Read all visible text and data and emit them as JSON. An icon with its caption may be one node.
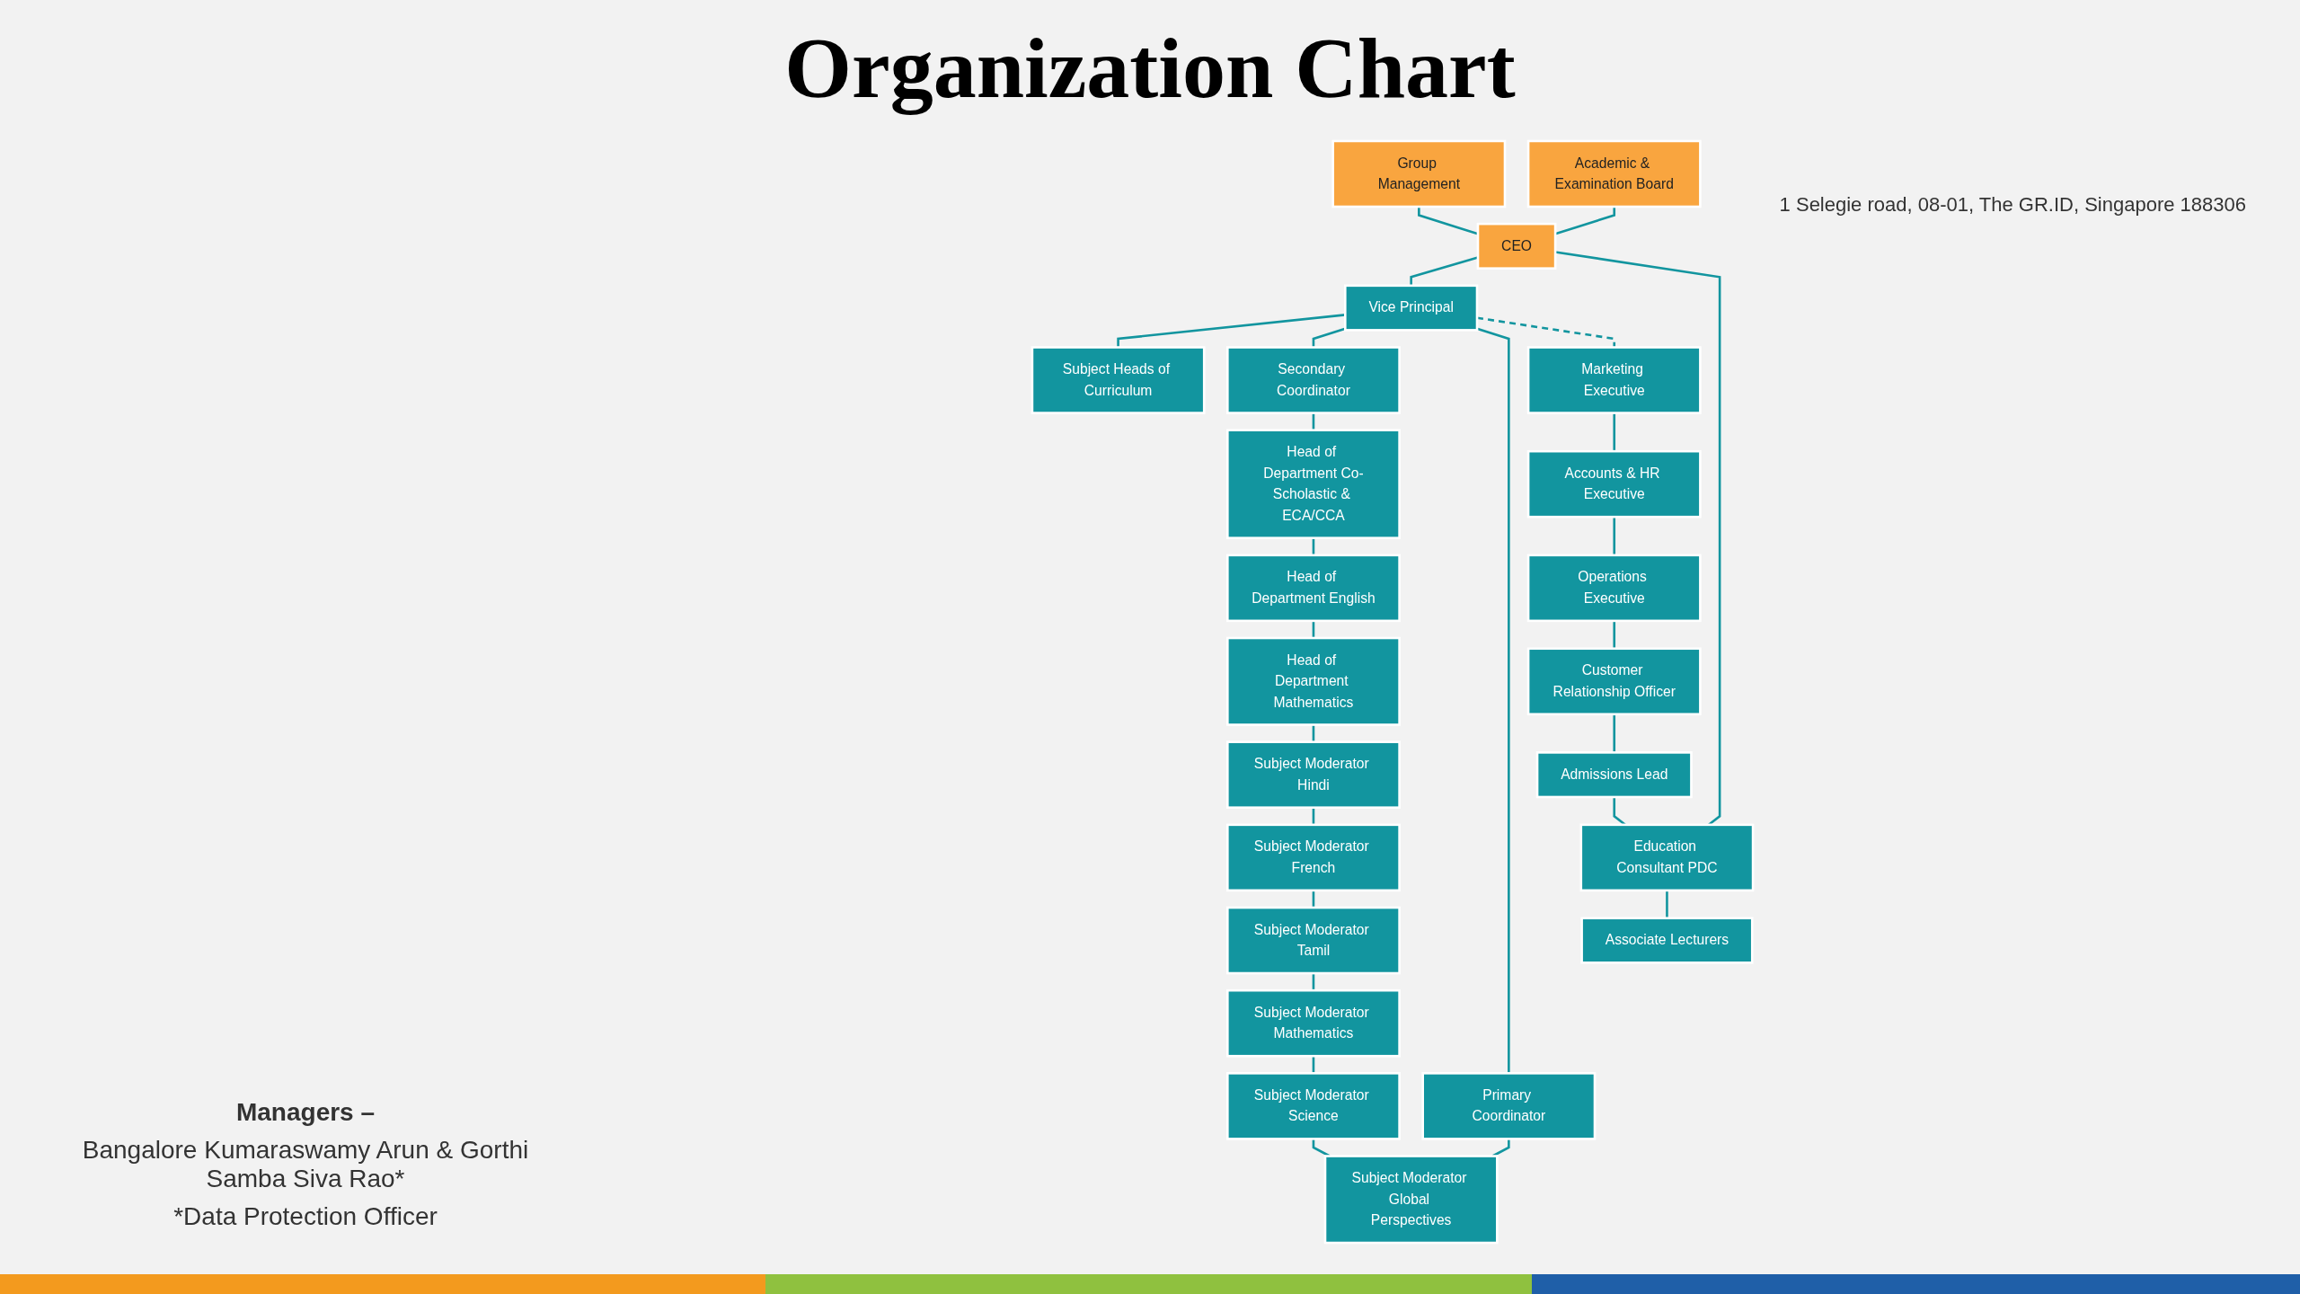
{
  "diagram": {
    "title": "Organization Chart",
    "nodes": [
      {
        "text": [
          "Group Management"
        ]
      },
      {
        "text": [
          "Academic & Examination Board"
        ]
      },
      {
        "text": [
          "CEO"
        ]
      },
      {
        "text": [
          "Vice Principal"
        ]
      },
      {
        "text": [
          "Subject Heads of Curriculum"
        ]
      },
      {
        "text": [
          "Secondary Coordinator"
        ]
      },
      {
        "text": [
          "Primary Coordinator"
        ]
      },
      {
        "text": [
          "Head of Department Co-Scholastic & ECA/CCA"
        ]
      },
      {
        "text": [
          "Head of Department English"
        ]
      },
      {
        "text": [
          "Head of Department Mathematics"
        ]
      },
      {
        "text": [
          "Subject Moderator Hindi"
        ]
      },
      {
        "text": [
          "Subject Moderator French"
        ]
      },
      {
        "text": [
          "Subject Moderator Tamil"
        ]
      },
      {
        "text": [
          "Subject Moderator Mathematics"
        ]
      },
      {
        "text": [
          "Subject Moderator Science"
        ]
      },
      {
        "text": [
          "Subject Moderator Global Perspectives"
        ]
      },
      {
        "text": [
          "Marketing Executive"
        ]
      },
      {
        "text": [
          "Accounts & HR Executive"
        ]
      },
      {
        "text": [
          "Operations Executive"
        ]
      },
      {
        "text": [
          "Customer Relationship Officer"
        ]
      },
      {
        "text": [
          "Admissions Lead"
        ]
      },
      {
        "text": [
          "Education Consultant PDC"
        ]
      },
      {
        "text": [
          "Associate Lecturers"
        ]
      }
    ],
    "edges": [
      {
        "from": 0,
        "to": 2,
        "arrow": "none"
      },
      {
        "from": 1,
        "to": 2,
        "arrow": "none"
      },
      {
        "from": 2,
        "to": 3,
        "arrow": "none"
      },
      {
        "from": 3,
        "to": 4,
        "arrow": "none"
      },
      {
        "from": 3,
        "to": 5,
        "arrow": "none"
      },
      {
        "from": 3,
        "to": 6,
        "arrow": "none"
      },
      {
        "from": 5,
        "to": 7,
        "arrow": "none"
      },
      {
        "from": 7,
        "to": 8,
        "arrow": "none"
      },
      {
        "from": 8,
        "to": 9,
        "arrow": "none"
      },
      {
        "from": 9,
        "to": 10,
        "arrow": "none"
      },
      {
        "from": 10,
        "to": 11,
        "arrow": "none"
      },
      {
        "from": 11,
        "to": 12,
        "arrow": "none"
      },
      {
        "from": 12,
        "to": 13,
        "arrow": "none"
      },
      {
        "from": 13,
        "to": 14,
        "arrow": "none"
      },
      {
        "from": 14,
        "to": 15,
        "arrow": "none"
      },
      {
        "from": 6,
        "to": 15,
        "arrow": "none"
      },
      {
        "from": 3,
        "to": 16,
        "arrow": "none",
        "style": "dashed"
      },
      {
        "from": 16,
        "to": 17,
        "arrow": "none"
      },
      {
        "from": 17,
        "to": 18,
        "arrow": "none"
      },
      {
        "from": 18,
        "to": 19,
        "arrow": "none"
      },
      {
        "from": 19,
        "to": 20,
        "arrow": "none"
      },
      {
        "from": 20,
        "to": 21,
        "arrow": "none"
      },
      {
        "from": 2,
        "to": 21,
        "arrow": "none"
      },
      {
        "from": 21,
        "to": 22,
        "arrow": "none"
      }
    ],
    "labels": [
      "1 Selegie road, 08-01, The GR.ID, Singapore 188306",
      "Managers –",
      "Bangalore Kumaraswamy Arun & Gorthi Samba Siva Rao*",
      "*Data Protection Officer"
    ]
  }
}
